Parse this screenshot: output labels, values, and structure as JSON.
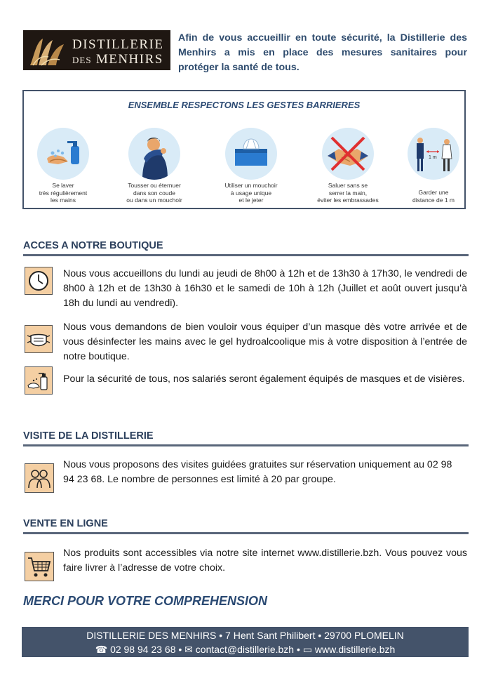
{
  "logo": {
    "line1": "DISTILLERIE",
    "line2_prefix": "DES",
    "line2_main": "MENHIRS"
  },
  "intro": "Afin de vous accueillir en toute sécurité, la Distillerie des Menhirs a mis en place des mesures sanitaires pour protéger la santé de tous.",
  "barriers": {
    "title": "ENSEMBLE RESPECTONS LES GESTES BARRIERES",
    "items": [
      {
        "icon": "hand-wash-icon",
        "caption": [
          "Se laver",
          "très régulièrement",
          "les mains"
        ]
      },
      {
        "icon": "cough-elbow-icon",
        "caption": [
          "Tousser ou éternuer",
          "dans son coude",
          "ou dans un mouchoir"
        ]
      },
      {
        "icon": "tissue-box-icon",
        "caption": [
          "Utiliser un mouchoir",
          "à usage unique",
          "et le jeter"
        ]
      },
      {
        "icon": "no-handshake-icon",
        "caption": [
          "Saluer sans se",
          "serrer la main,",
          "éviter les embrassades"
        ]
      },
      {
        "icon": "distance-icon",
        "caption": [
          "Garder une",
          "distance de 1 m"
        ],
        "distance_label": "1 m"
      }
    ]
  },
  "sections": {
    "boutique": {
      "title": "ACCES A NOTRE BOUTIQUE",
      "hours": "Nous vous accueillons du lundi au jeudi de 8h00 à 12h et de 13h30 à 17h30, le vendredi de 8h00 à 12h et de 13h30 à 16h30 et le samedi de 10h à 12h (Juillet et août ouvert jusqu’à 18h du lundi au vendredi).",
      "mask": "Nous vous demandons de bien vouloir vous équiper d’un masque dès votre arrivée et de vous désinfecter les mains avec le gel hydroalcoolique mis à votre disposition à l’entrée de notre boutique.",
      "staff": "Pour la sécurité de tous, nos salariés seront également équipés de masques et de visières."
    },
    "visite": {
      "title": "VISITE DE LA DISTILLERIE",
      "text": "Nous vous proposons des visites guidées gratuites sur réservation uniquement au 02 98 94 23 68. Le nombre de personnes est limité à 20 par groupe."
    },
    "vente": {
      "title": "VENTE EN LIGNE",
      "text": "Nos produits sont accessibles via notre site internet www.distillerie.bzh. Vous pouvez vous faire livrer à l’adresse de votre choix."
    }
  },
  "thanks": "MERCI POUR VOTRE COMPREHENSION",
  "footer": {
    "line1": "DISTILLERIE DES MENHIRS • 7 Hent Sant Philibert • 29700 PLOMELIN",
    "phone_icon": "☎",
    "phone": "02 98 94 23 68",
    "sep1": " • ",
    "mail_icon": "✉",
    "email": "contact@distillerie.bzh",
    "sep2": " • ",
    "web_icon": "▭",
    "website": "www.distillerie.bzh"
  },
  "colors": {
    "title_blue": "#2b4a73",
    "rule": "#59667a",
    "footer_bg": "#44536a",
    "icon_bg": "#f4cfa3",
    "circle_bg": "#d9ebf7"
  }
}
